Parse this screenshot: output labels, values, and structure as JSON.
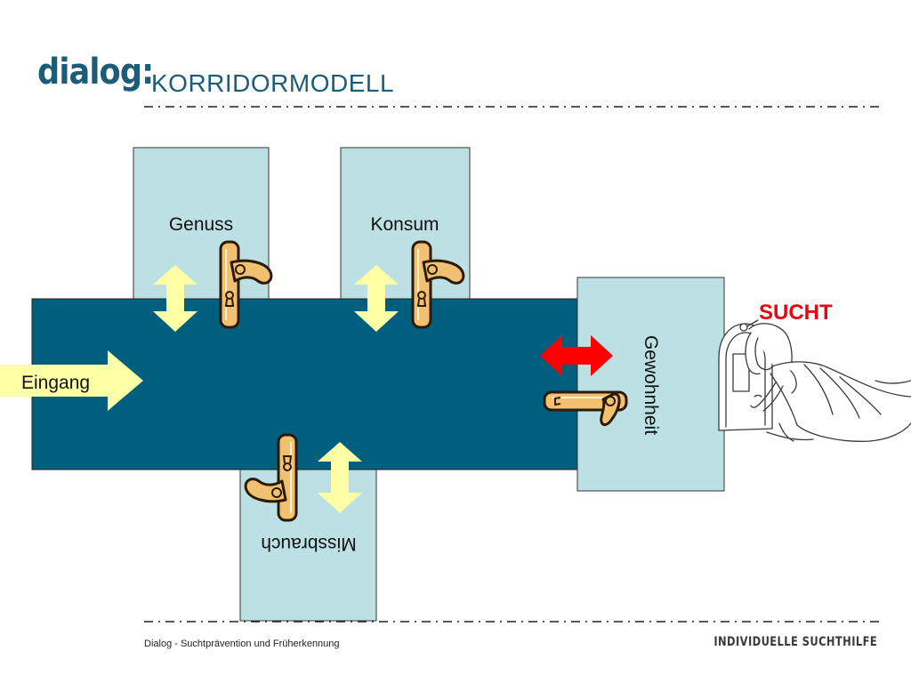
{
  "header": {
    "logo": "dialog:",
    "title": "KORRIDORMODELL"
  },
  "diagram": {
    "rooms": {
      "genuss": "Genuss",
      "konsum": "Konsum",
      "missbrauch": "Missbrauch",
      "gewohnheit": "Gewohnheit"
    },
    "entrance": "Eingang",
    "outcome": "SUCHT"
  },
  "colors": {
    "brand": "#1b5d78",
    "corridor": "#005f7f",
    "room": "#bde0e4",
    "arrow_yellow": "#ffffa6",
    "arrow_red": "#ff0000",
    "sucht": "#e30613",
    "handle": "#f2c071"
  },
  "footer": {
    "left": "Dialog - Suchtprävention und Früherkennung",
    "right": "INDIVIDUELLE SUCHTHILFE"
  }
}
